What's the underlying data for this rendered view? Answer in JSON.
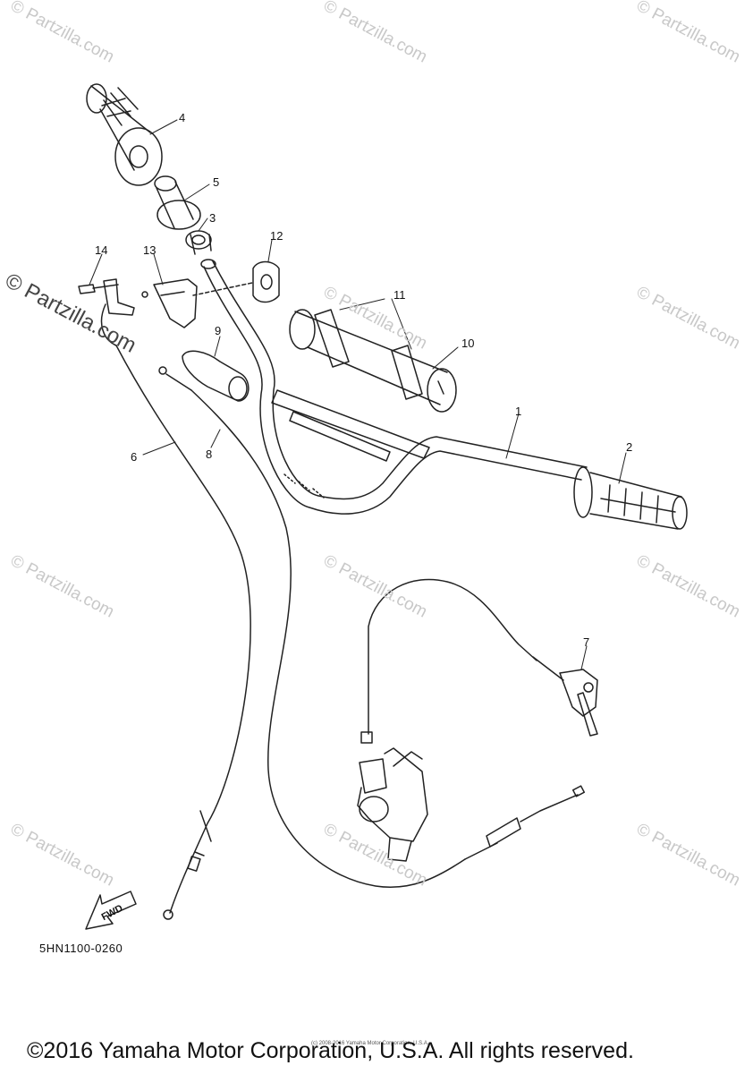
{
  "watermark": {
    "site": "© Partzilla.com",
    "main": "© Partzilla.com"
  },
  "callouts": [
    "1",
    "2",
    "3",
    "4",
    "5",
    "6",
    "7",
    "8",
    "9",
    "10",
    "11",
    "12",
    "13",
    "14"
  ],
  "diagram_code": "5HN1100-0260",
  "fwd_label": "FWD",
  "fine_print": "(c) 2008-2016 Yamaha Motor Corporation, U.S.A.",
  "copyright": "©2016 Yamaha Motor Corporation, U.S.A. All rights reserved."
}
